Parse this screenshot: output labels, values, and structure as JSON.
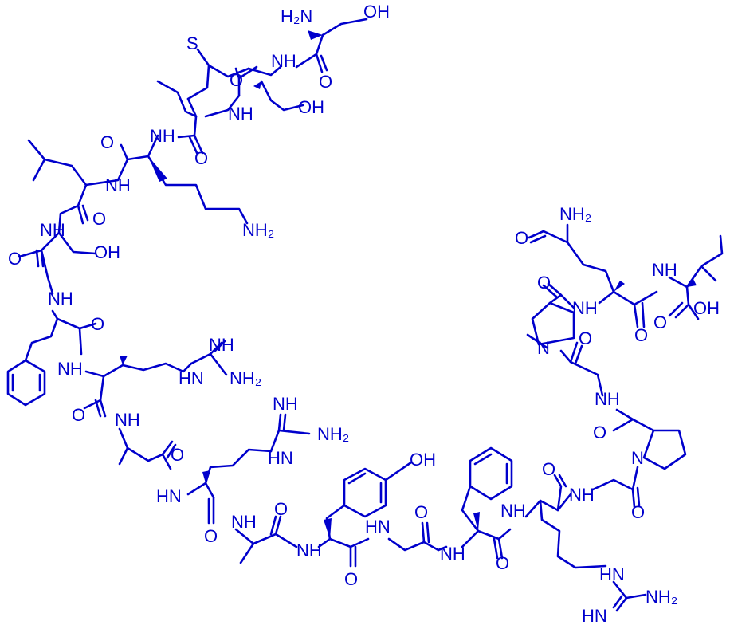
{
  "colors": {
    "structure": "#0000cc",
    "background": "#ffffff"
  },
  "atom_labels": [
    {
      "id": "h2n-top",
      "label": "H₂N"
    },
    {
      "id": "oh-1",
      "label": "OH"
    },
    {
      "id": "s-1",
      "label": "S"
    },
    {
      "id": "nh-1",
      "label": "NH"
    },
    {
      "id": "o-1",
      "label": "O"
    },
    {
      "id": "o-2",
      "label": "O"
    },
    {
      "id": "nh-2",
      "label": "NH"
    },
    {
      "id": "oh-2",
      "label": "OH"
    },
    {
      "id": "nh-3",
      "label": "NH"
    },
    {
      "id": "o-3",
      "label": "O"
    },
    {
      "id": "o-4",
      "label": "O"
    },
    {
      "id": "nh-4",
      "label": "NH"
    },
    {
      "id": "nh2-1",
      "label": "NH₂"
    },
    {
      "id": "o-5",
      "label": "O"
    },
    {
      "id": "nh-5",
      "label": "NH"
    },
    {
      "id": "oh-3",
      "label": "OH"
    },
    {
      "id": "o-6",
      "label": "O"
    },
    {
      "id": "nh-6",
      "label": "NH"
    },
    {
      "id": "o-7",
      "label": "O"
    },
    {
      "id": "nh-7",
      "label": "NH"
    },
    {
      "id": "nh-8",
      "label": "NH"
    },
    {
      "id": "hn-1",
      "label": "HN"
    },
    {
      "id": "nh2-2",
      "label": "NH₂"
    },
    {
      "id": "o-8",
      "label": "O"
    },
    {
      "id": "nh-9",
      "label": "NH"
    },
    {
      "id": "nh-10",
      "label": "NH"
    },
    {
      "id": "nh2-3",
      "label": "NH₂"
    },
    {
      "id": "hn-2",
      "label": "HN"
    },
    {
      "id": "o-9",
      "label": "O"
    },
    {
      "id": "hn-3",
      "label": "HN"
    },
    {
      "id": "o-10",
      "label": "O"
    },
    {
      "id": "nh-11",
      "label": "NH"
    },
    {
      "id": "o-11",
      "label": "O"
    },
    {
      "id": "nh-12",
      "label": "NH"
    },
    {
      "id": "o-12",
      "label": "O"
    },
    {
      "id": "oh-4",
      "label": "OH"
    },
    {
      "id": "hn-4",
      "label": "HN"
    },
    {
      "id": "o-13",
      "label": "O"
    },
    {
      "id": "nh-13",
      "label": "NH"
    },
    {
      "id": "o-14",
      "label": "O"
    },
    {
      "id": "nh-14",
      "label": "NH"
    },
    {
      "id": "o-15",
      "label": "O"
    },
    {
      "id": "nh-15",
      "label": "NH"
    },
    {
      "id": "hn-5",
      "label": "HN"
    },
    {
      "id": "nh2-4",
      "label": "NH₂"
    },
    {
      "id": "hn-6",
      "label": "HN"
    },
    {
      "id": "o-16",
      "label": "O"
    },
    {
      "id": "n-1",
      "label": "N"
    },
    {
      "id": "o-17",
      "label": "O"
    },
    {
      "id": "nh-16",
      "label": "NH"
    },
    {
      "id": "o-18",
      "label": "O"
    },
    {
      "id": "n-2",
      "label": "N"
    },
    {
      "id": "o-19",
      "label": "O"
    },
    {
      "id": "nh-17",
      "label": "NH"
    },
    {
      "id": "o-20",
      "label": "O"
    },
    {
      "id": "nh2-5",
      "label": "NH₂"
    },
    {
      "id": "nh-18",
      "label": "NH"
    },
    {
      "id": "o-21",
      "label": "O"
    },
    {
      "id": "o-22",
      "label": "O"
    },
    {
      "id": "oh-5",
      "label": "OH"
    }
  ]
}
